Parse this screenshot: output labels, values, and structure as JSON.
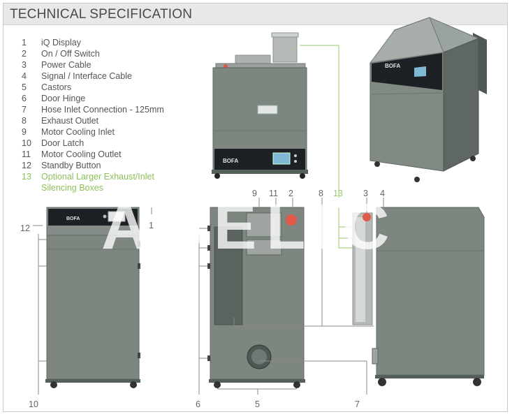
{
  "title": "TECHNICAL SPECIFICATION",
  "legend": [
    {
      "num": "1",
      "label": "iQ Display"
    },
    {
      "num": "2",
      "label": "On / Off Switch"
    },
    {
      "num": "3",
      "label": "Power Cable"
    },
    {
      "num": "4",
      "label": "Signal / Interface Cable"
    },
    {
      "num": "5",
      "label": "Castors"
    },
    {
      "num": "6",
      "label": "Door Hinge"
    },
    {
      "num": "7",
      "label": "Hose Inlet Connection - 125mm"
    },
    {
      "num": "8",
      "label": "Exhaust Outlet"
    },
    {
      "num": "9",
      "label": "Motor Cooling Inlet"
    },
    {
      "num": "10",
      "label": "Door Latch"
    },
    {
      "num": "11",
      "label": "Motor Cooling Outlet"
    },
    {
      "num": "12",
      "label": "Standby Button"
    },
    {
      "num": "13",
      "label": "Optional Larger Exhaust/Inlet",
      "label2": "Silencing Boxes"
    }
  ],
  "callouts": {
    "c1": "1",
    "c2": "2",
    "c3": "3",
    "c4": "4",
    "c5": "5",
    "c6": "6",
    "c7": "7",
    "c8": "8",
    "c9": "9",
    "c10": "10",
    "c11": "11",
    "c12": "12",
    "c13": "13"
  },
  "brand": "BOFA",
  "watermark": "ABELIC",
  "colors": {
    "cabinet": "#7d8780",
    "cabinet_dark": "#5d6660",
    "panel": "#1d2024",
    "highlight": "#8cc05a",
    "leader": "#8a8a8a",
    "switch": "#e2584a"
  }
}
